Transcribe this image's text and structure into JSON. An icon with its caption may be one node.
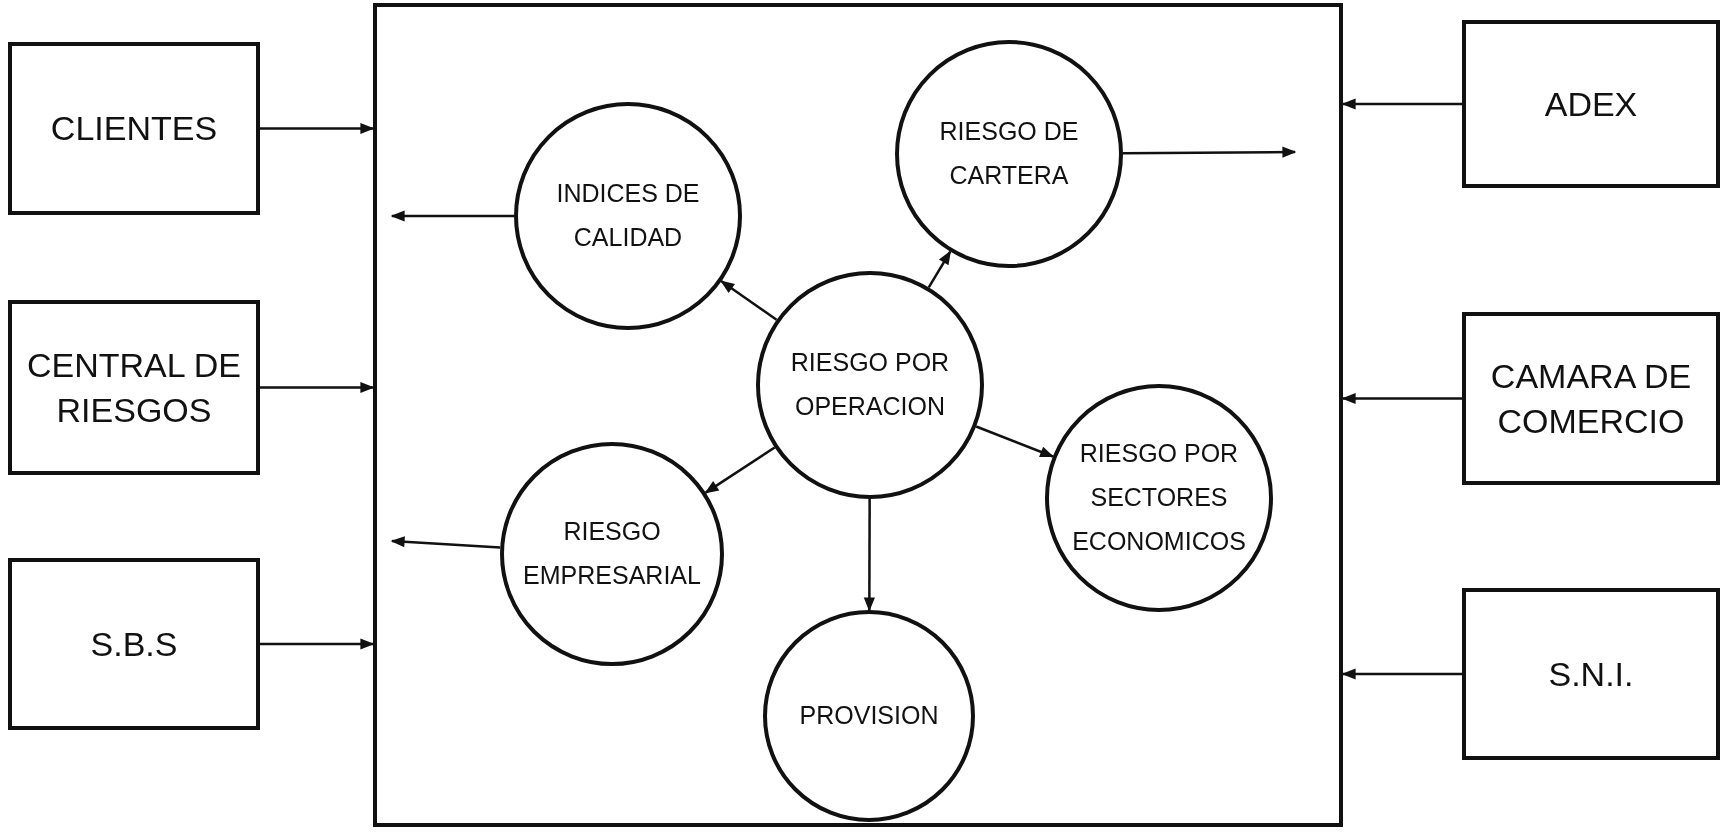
{
  "diagram": {
    "nodes": [
      {
        "text": [
          "CLIENTES"
        ]
      },
      {
        "text": [
          "CENTRAL DE RIESGOS"
        ]
      },
      {
        "text": [
          "S.B.S"
        ]
      },
      {
        "text": [],
        "shape": "box"
      },
      {
        "text": [
          "INDICES DE CALIDAD"
        ],
        "in": 3
      },
      {
        "text": [
          "RIESGO DE CARTERA"
        ],
        "in": 3
      },
      {
        "text": [
          "RIESGO POR OPERACION"
        ],
        "in": 3
      },
      {
        "text": [
          "RIESGO EMPRESARIAL"
        ],
        "in": 3
      },
      {
        "text": [
          "RIESGO POR SECTORES ECONOMICOS"
        ],
        "in": 3
      },
      {
        "text": [
          "PROVISION"
        ],
        "in": 3
      },
      {
        "text": [
          "ADEX"
        ]
      },
      {
        "text": [
          "CAMARA DE COMERCIO"
        ]
      },
      {
        "text": [
          "S.N.I."
        ]
      }
    ],
    "edges": [
      {
        "from": 0,
        "to": 3,
        "arrow": "to"
      },
      {
        "from": 1,
        "to": 3,
        "arrow": "to"
      },
      {
        "from": 2,
        "to": 3,
        "arrow": "to"
      },
      {
        "from": 10,
        "to": 3,
        "arrow": "to"
      },
      {
        "from": 11,
        "to": 3,
        "arrow": "to"
      },
      {
        "from": 12,
        "to": 3,
        "arrow": "to"
      },
      {
        "from": 6,
        "to": 4,
        "arrow": "to"
      },
      {
        "from": 6,
        "to": 7,
        "arrow": "to"
      },
      {
        "from": 6,
        "to": 5,
        "arrow": "to"
      },
      {
        "from": 6,
        "to": 8,
        "arrow": "to"
      },
      {
        "from": 6,
        "to": 9,
        "arrow": "to"
      },
      {
        "from": 4,
        "to": null,
        "arrow": "to"
      },
      {
        "from": 7,
        "to": null,
        "arrow": "to"
      },
      {
        "from": 5,
        "to": null,
        "arrow": "to"
      }
    ]
  }
}
